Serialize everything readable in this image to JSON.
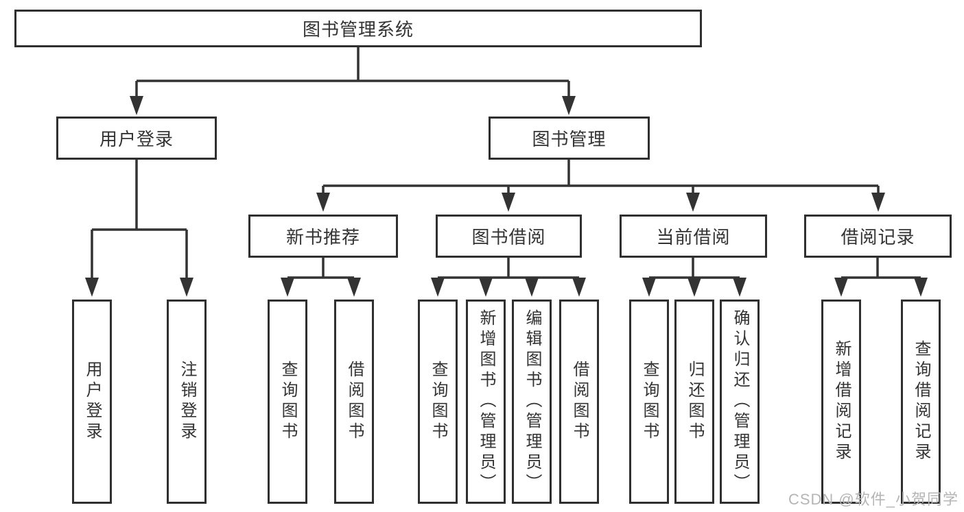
{
  "page": {
    "background_color": "#ffffff",
    "line_color": "#333333",
    "box_border_color": "#2f2f2f"
  },
  "watermark": {
    "text": "CSDN @软件_小贺同学",
    "color": "#b5b5b5"
  },
  "diagram": {
    "type": "hierarchy-tree",
    "root": {
      "label": "图书管理系统"
    },
    "level2": [
      {
        "id": "user-login",
        "label": "用户登录"
      },
      {
        "id": "book-management",
        "label": "图书管理"
      }
    ],
    "level3": [
      {
        "id": "new-book-recommend",
        "label": "新书推荐",
        "parent": "book-management"
      },
      {
        "id": "book-borrowing",
        "label": "图书借阅",
        "parent": "book-management"
      },
      {
        "id": "current-borrowing",
        "label": "当前借阅",
        "parent": "book-management"
      },
      {
        "id": "borrowing-records",
        "label": "借阅记录",
        "parent": "book-management"
      }
    ],
    "leaves": [
      {
        "id": "user-login-leaf",
        "label": "用户登录",
        "parent": "user-login"
      },
      {
        "id": "logout-leaf",
        "label": "注销登录",
        "parent": "user-login"
      },
      {
        "id": "query-books-1",
        "label": "查询图书",
        "parent": "new-book-recommend"
      },
      {
        "id": "borrow-books-1",
        "label": "借阅图书",
        "parent": "new-book-recommend"
      },
      {
        "id": "query-books-2",
        "label": "查询图书",
        "parent": "book-borrowing"
      },
      {
        "id": "add-books-admin",
        "label": "新增图书（管理员）",
        "parent": "book-borrowing"
      },
      {
        "id": "edit-books-admin",
        "label": "编辑图书（管理员）",
        "parent": "book-borrowing"
      },
      {
        "id": "borrow-books-2",
        "label": "借阅图书",
        "parent": "book-borrowing"
      },
      {
        "id": "query-books-3",
        "label": "查询图书",
        "parent": "current-borrowing"
      },
      {
        "id": "return-books",
        "label": "归还图书",
        "parent": "current-borrowing"
      },
      {
        "id": "confirm-return-admin",
        "label": "确认归还（管理员）",
        "parent": "current-borrowing"
      },
      {
        "id": "add-borrow-record",
        "label": "新增借阅记录",
        "parent": "borrowing-records"
      },
      {
        "id": "query-borrow-record",
        "label": "查询借阅记录",
        "parent": "borrowing-records"
      }
    ]
  }
}
